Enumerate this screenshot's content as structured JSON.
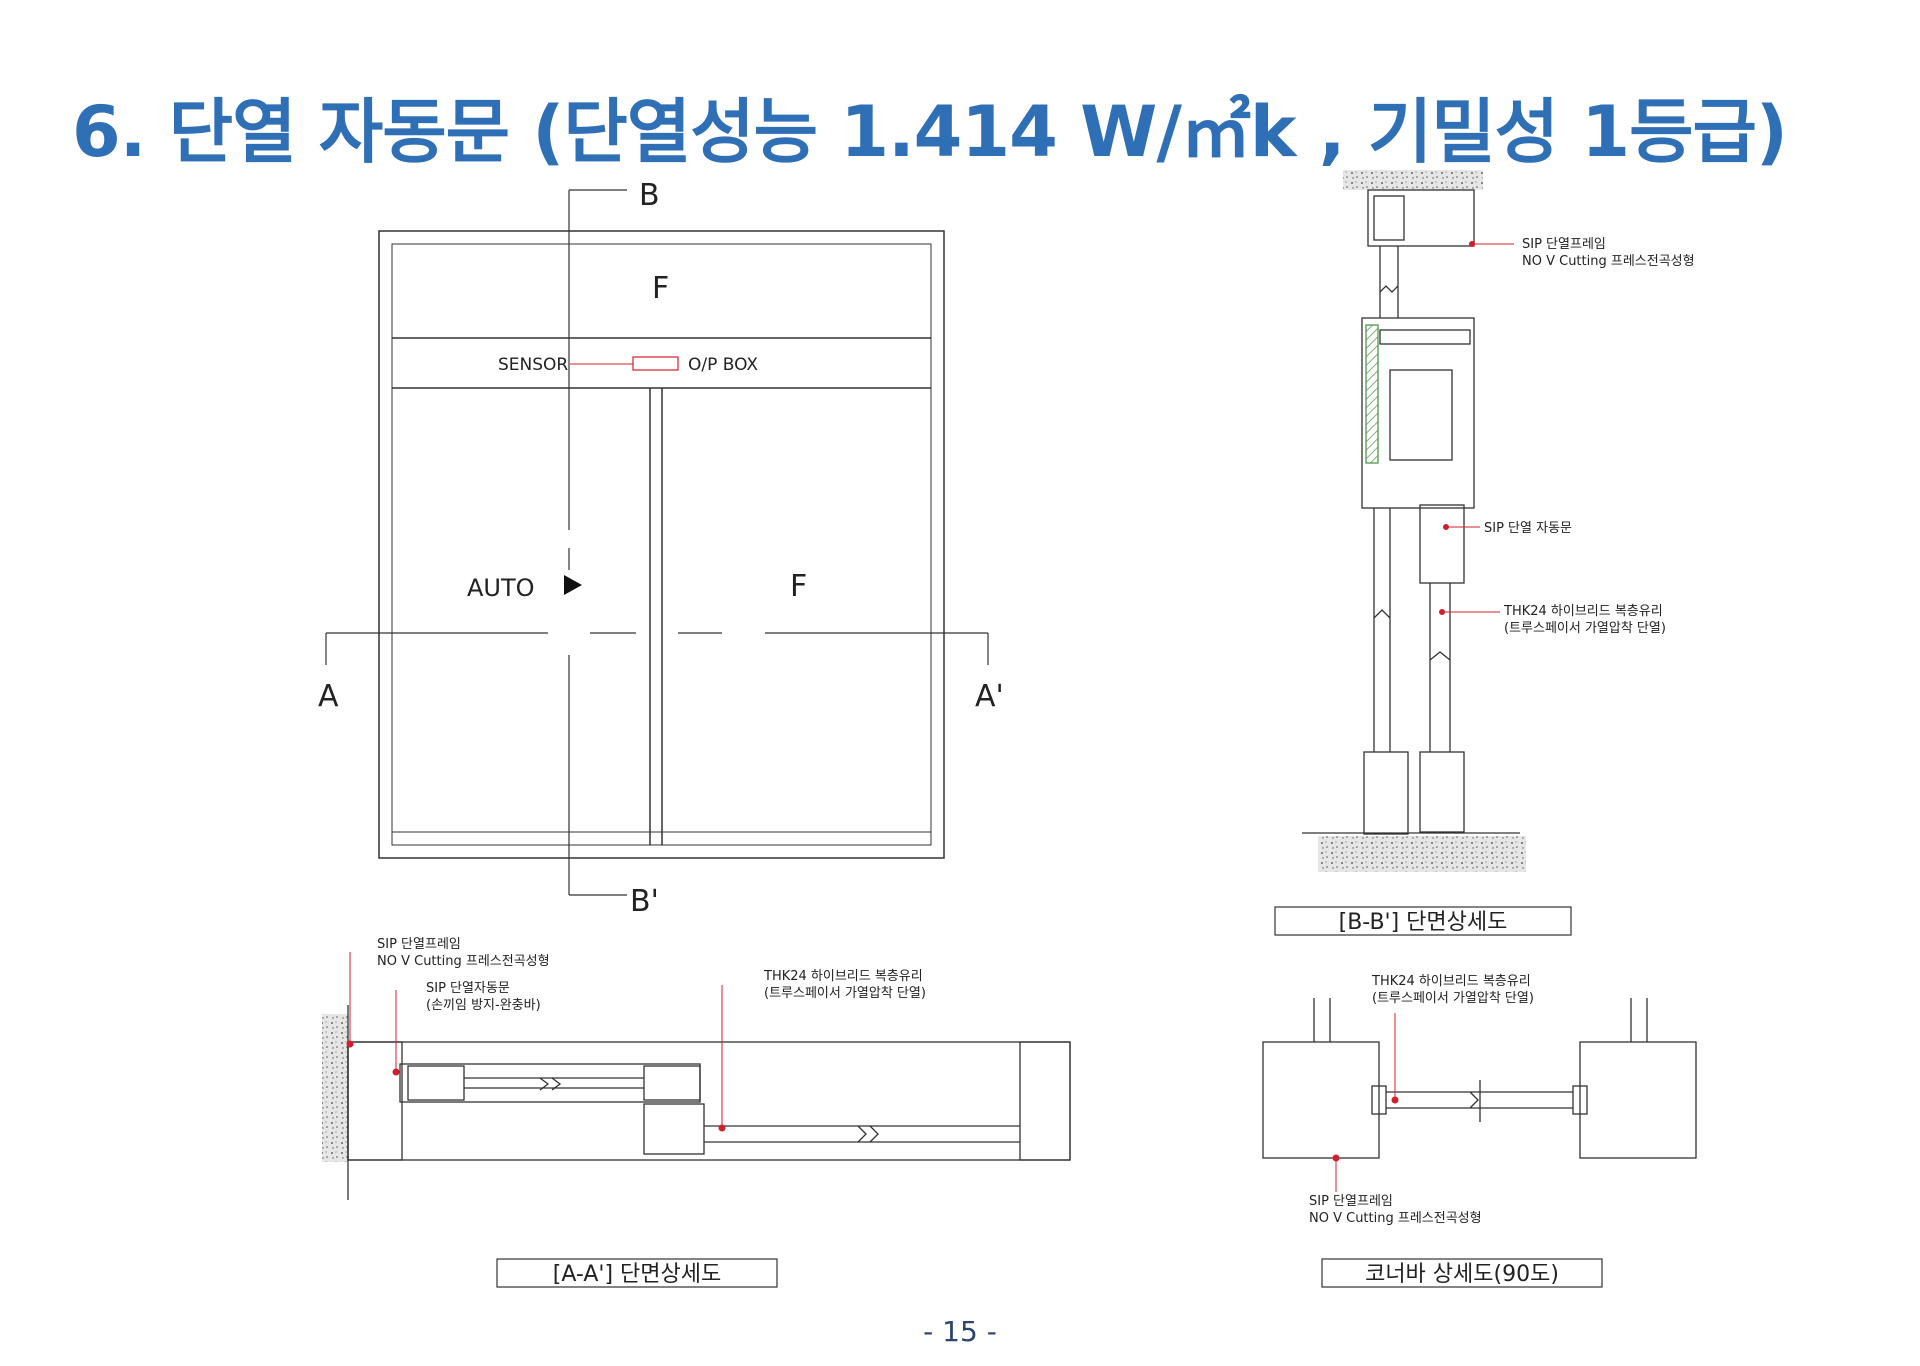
{
  "title": "6. 단열 자동문 (단열성능 1.414 W/㎡k , 기밀성 1등급)",
  "elevation": {
    "section_b_top": "B",
    "section_b_bottom": "B'",
    "section_a_left": "A",
    "section_a_right": "A'",
    "transom_label": "F",
    "sensor_label": "SENSOR",
    "op_box_label": "O/P BOX",
    "auto_label": "AUTO",
    "fixed_label": "F"
  },
  "section_bb": {
    "note_frame_line1": "SIP 단열프레임",
    "note_frame_line2": "NO V Cutting 프레스전곡성형",
    "note_door": "SIP 단열 자동문",
    "note_glass_line1": "THK24 하이브리드 복층유리",
    "note_glass_line2": "(트루스페이서 가열압착 단열)",
    "caption": "[B-B'] 단면상세도"
  },
  "section_aa": {
    "note_frame_line1": "SIP 단열프레임",
    "note_frame_line2": "NO V Cutting 프레스전곡성형",
    "note_door_line1": "SIP 단열자동문",
    "note_door_line2": "(손끼임 방지-완충바)",
    "note_glass_line1": "THK24 하이브리드 복층유리",
    "note_glass_line2": "(트루스페이서 가열압착 단열)",
    "caption": "[A-A'] 단면상세도"
  },
  "corner": {
    "note_glass_line1": "THK24 하이브리드 복층유리",
    "note_glass_line2": "(트루스페이서 가열압착 단열)",
    "note_frame_line1": "SIP 단열프레임",
    "note_frame_line2": "NO V Cutting 프레스전곡성형",
    "caption": "코너바 상세도(90도)"
  },
  "page_number": "- 15 -",
  "colors": {
    "title": "#2f6fb5",
    "leader": "#d0202a",
    "insulation": "#7fc97a",
    "page_number": "#2b4470"
  }
}
